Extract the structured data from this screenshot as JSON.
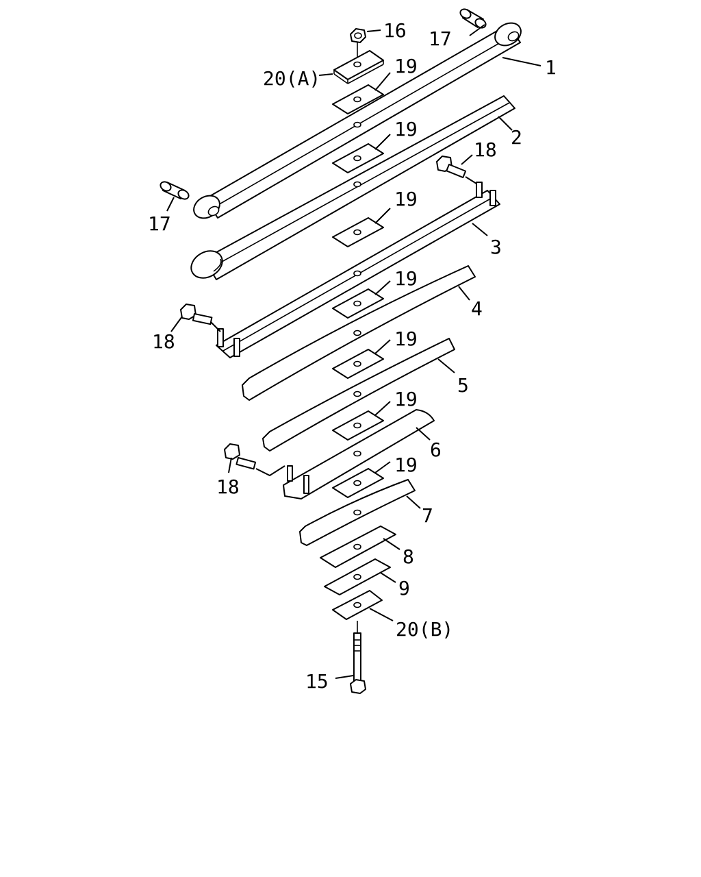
{
  "diagram": {
    "labels": {
      "p1": "1",
      "p2": "2",
      "p3": "3",
      "p4": "4",
      "p5": "5",
      "p6": "6",
      "p7": "7",
      "p8": "8",
      "p9": "9",
      "p15": "15",
      "p16": "16",
      "p17a": "17",
      "p17b": "17",
      "p18a": "18",
      "p18b": "18",
      "p18c": "18",
      "p19a": "19",
      "p19b": "19",
      "p19c": "19",
      "p19d": "19",
      "p19e": "19",
      "p19f": "19",
      "p19g": "19",
      "p20a": "20(A)",
      "p20b": "20(B)"
    }
  }
}
